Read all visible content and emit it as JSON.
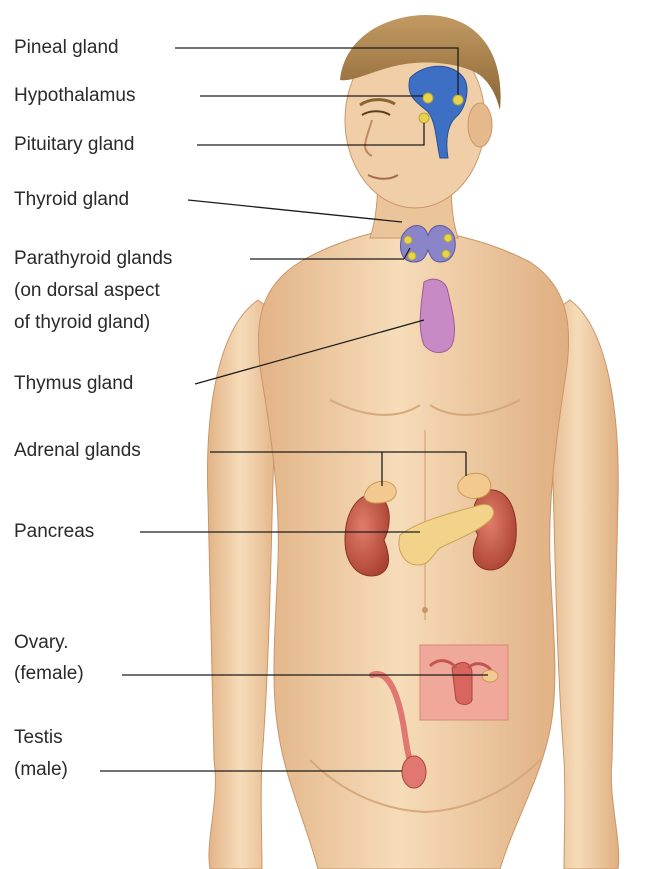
{
  "labels": {
    "pineal": "Pineal gland",
    "hypothalamus": "Hypothalamus",
    "pituitary": "Pituitary gland",
    "thyroid": "Thyroid gland",
    "parathyroid": [
      "Parathyroid glands",
      "(on dorsal aspect",
      "of thyroid gland)"
    ],
    "thymus": "Thymus gland",
    "adrenal": "Adrenal glands",
    "pancreas": "Pancreas",
    "ovary": [
      "Ovary.",
      "(female)"
    ],
    "testis": [
      "Testis",
      "(male)"
    ]
  },
  "colors": {
    "background": "#ffffff",
    "skin": "#f1d3ad",
    "hair": "#a87f4c",
    "brain_structures": "#3d6fc4",
    "endocrine_glands": "#e8d44a",
    "thyroid": "#8a84c8",
    "thymus": "#c88ac4",
    "kidney": "#c65a4a",
    "adrenal": "#f3c990",
    "pancreas": "#f3d28a",
    "reproductive": "#e07770",
    "leader_line": "#1c1c1c"
  }
}
